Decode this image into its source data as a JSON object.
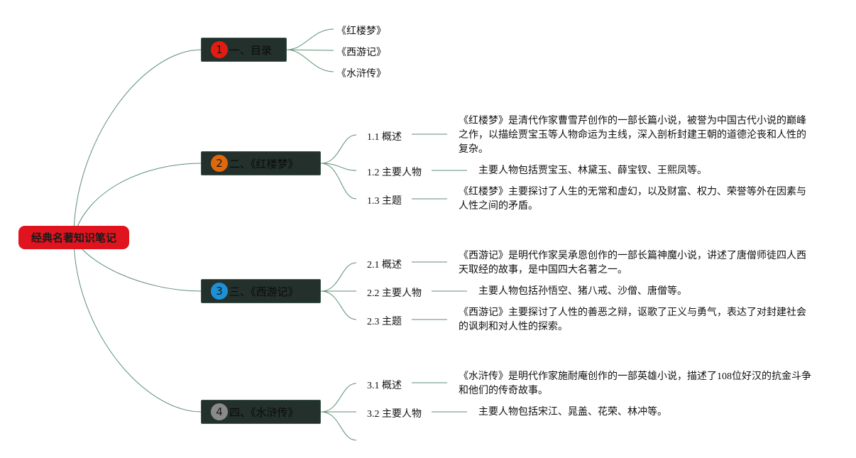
{
  "root": {
    "label": "经典名著知识笔记",
    "color": "#e0141e"
  },
  "line_color": "#5e8f76",
  "branches": [
    {
      "num": "1",
      "label": "一、目录",
      "badge_color": "#e11d12",
      "leaves": [
        "《红楼梦》",
        "《西游记》",
        "《水浒传》"
      ]
    },
    {
      "num": "2",
      "label": "二、《红楼梦》",
      "badge_color": "#e0680c",
      "items": [
        {
          "label": "1.1 概述",
          "desc": "《红楼梦》是清代作家曹雪芹创作的一部长篇小说，被誉为中国古代小说的巅峰之作，以描绘贾宝玉等人物命运为主线，深入剖析封建王朝的道德沦丧和人性的复杂。"
        },
        {
          "label": "1.2 主要人物",
          "desc": "主要人物包括贾宝玉、林黛玉、薛宝钗、王熙凤等。"
        },
        {
          "label": "1.3 主题",
          "desc": "《红楼梦》主要探讨了人生的无常和虚幻，以及财富、权力、荣誉等外在因素与人性之间的矛盾。"
        }
      ]
    },
    {
      "num": "3",
      "label": "三、《西游记》",
      "badge_color": "#1e90d6",
      "items": [
        {
          "label": "2.1 概述",
          "desc": "《西游记》是明代作家吴承恩创作的一部长篇神魔小说，讲述了唐僧师徒四人西天取经的故事，是中国四大名著之一。"
        },
        {
          "label": "2.2 主要人物",
          "desc": "主要人物包括孙悟空、猪八戒、沙僧、唐僧等。"
        },
        {
          "label": "2.3 主题",
          "desc": "《西游记》主要探讨了人性的善恶之辩，讴歌了正义与勇气，表达了对封建社会的讽刺和对人性的探索。"
        }
      ]
    },
    {
      "num": "4",
      "label": "四、《水浒传》",
      "badge_color": "#8a8a8a",
      "items": [
        {
          "label": "3.1 概述",
          "desc": "《水浒传》是明代作家施耐庵创作的一部英雄小说，描述了108位好汉的抗金斗争和他们的传奇故事。"
        },
        {
          "label": "3.2 主要人物",
          "desc": "主要人物包括宋江、晁盖、花荣、林冲等。"
        }
      ]
    }
  ]
}
